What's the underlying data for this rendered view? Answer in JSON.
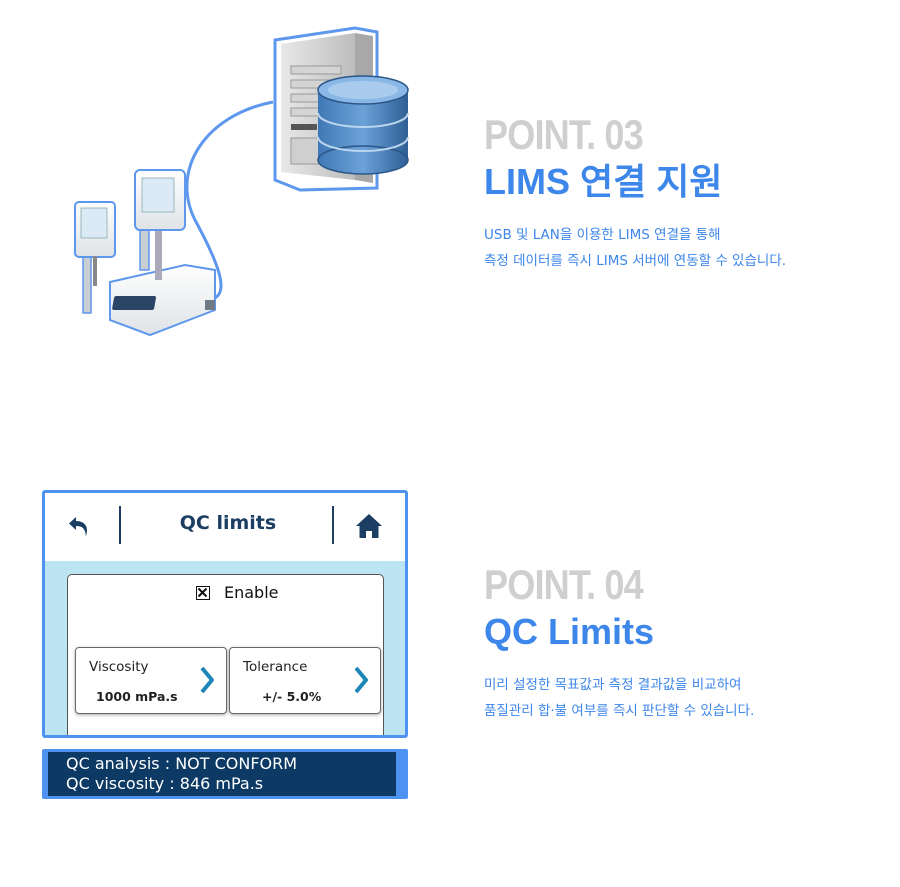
{
  "point3": {
    "number": "POINT. 03",
    "title": "LIMS 연결 지원",
    "desc_line1": "USB 및 LAN을 이용한 LIMS 연결을 통해",
    "desc_line2": "측정 데이터를 즉시 LIMS 서버에 연동할 수 있습니다."
  },
  "point4": {
    "number": "POINT. 04",
    "title": "QC Limits",
    "desc_line1": "미리 설정한 목표값과 측정 결과값을 비교하여",
    "desc_line2": "품질관리 합·불 여부를 즉시 판단할 수 있습니다."
  },
  "qc_screen": {
    "title": "QC limits",
    "back_icon": "back-arrow-icon",
    "home_icon": "home-icon",
    "enable_label": "Enable",
    "enable_checked": true,
    "viscosity_label": "Viscosity",
    "viscosity_value": "1000 mPa.s",
    "tolerance_label": "Tolerance",
    "tolerance_value": "+/- 5.0%"
  },
  "qc_status": {
    "line1": "QC analysis : NOT CONFORM",
    "line2": "QC viscosity : 846 mPa.s"
  },
  "colors": {
    "accent_blue": "#3d86ea",
    "frame_blue": "#4f93f2",
    "navy": "#1b3e62",
    "status_bg": "#0c3a64",
    "panel_bg": "#bde4f3",
    "point_gray": "#cfcfcf",
    "chevron": "#1d86b8"
  }
}
